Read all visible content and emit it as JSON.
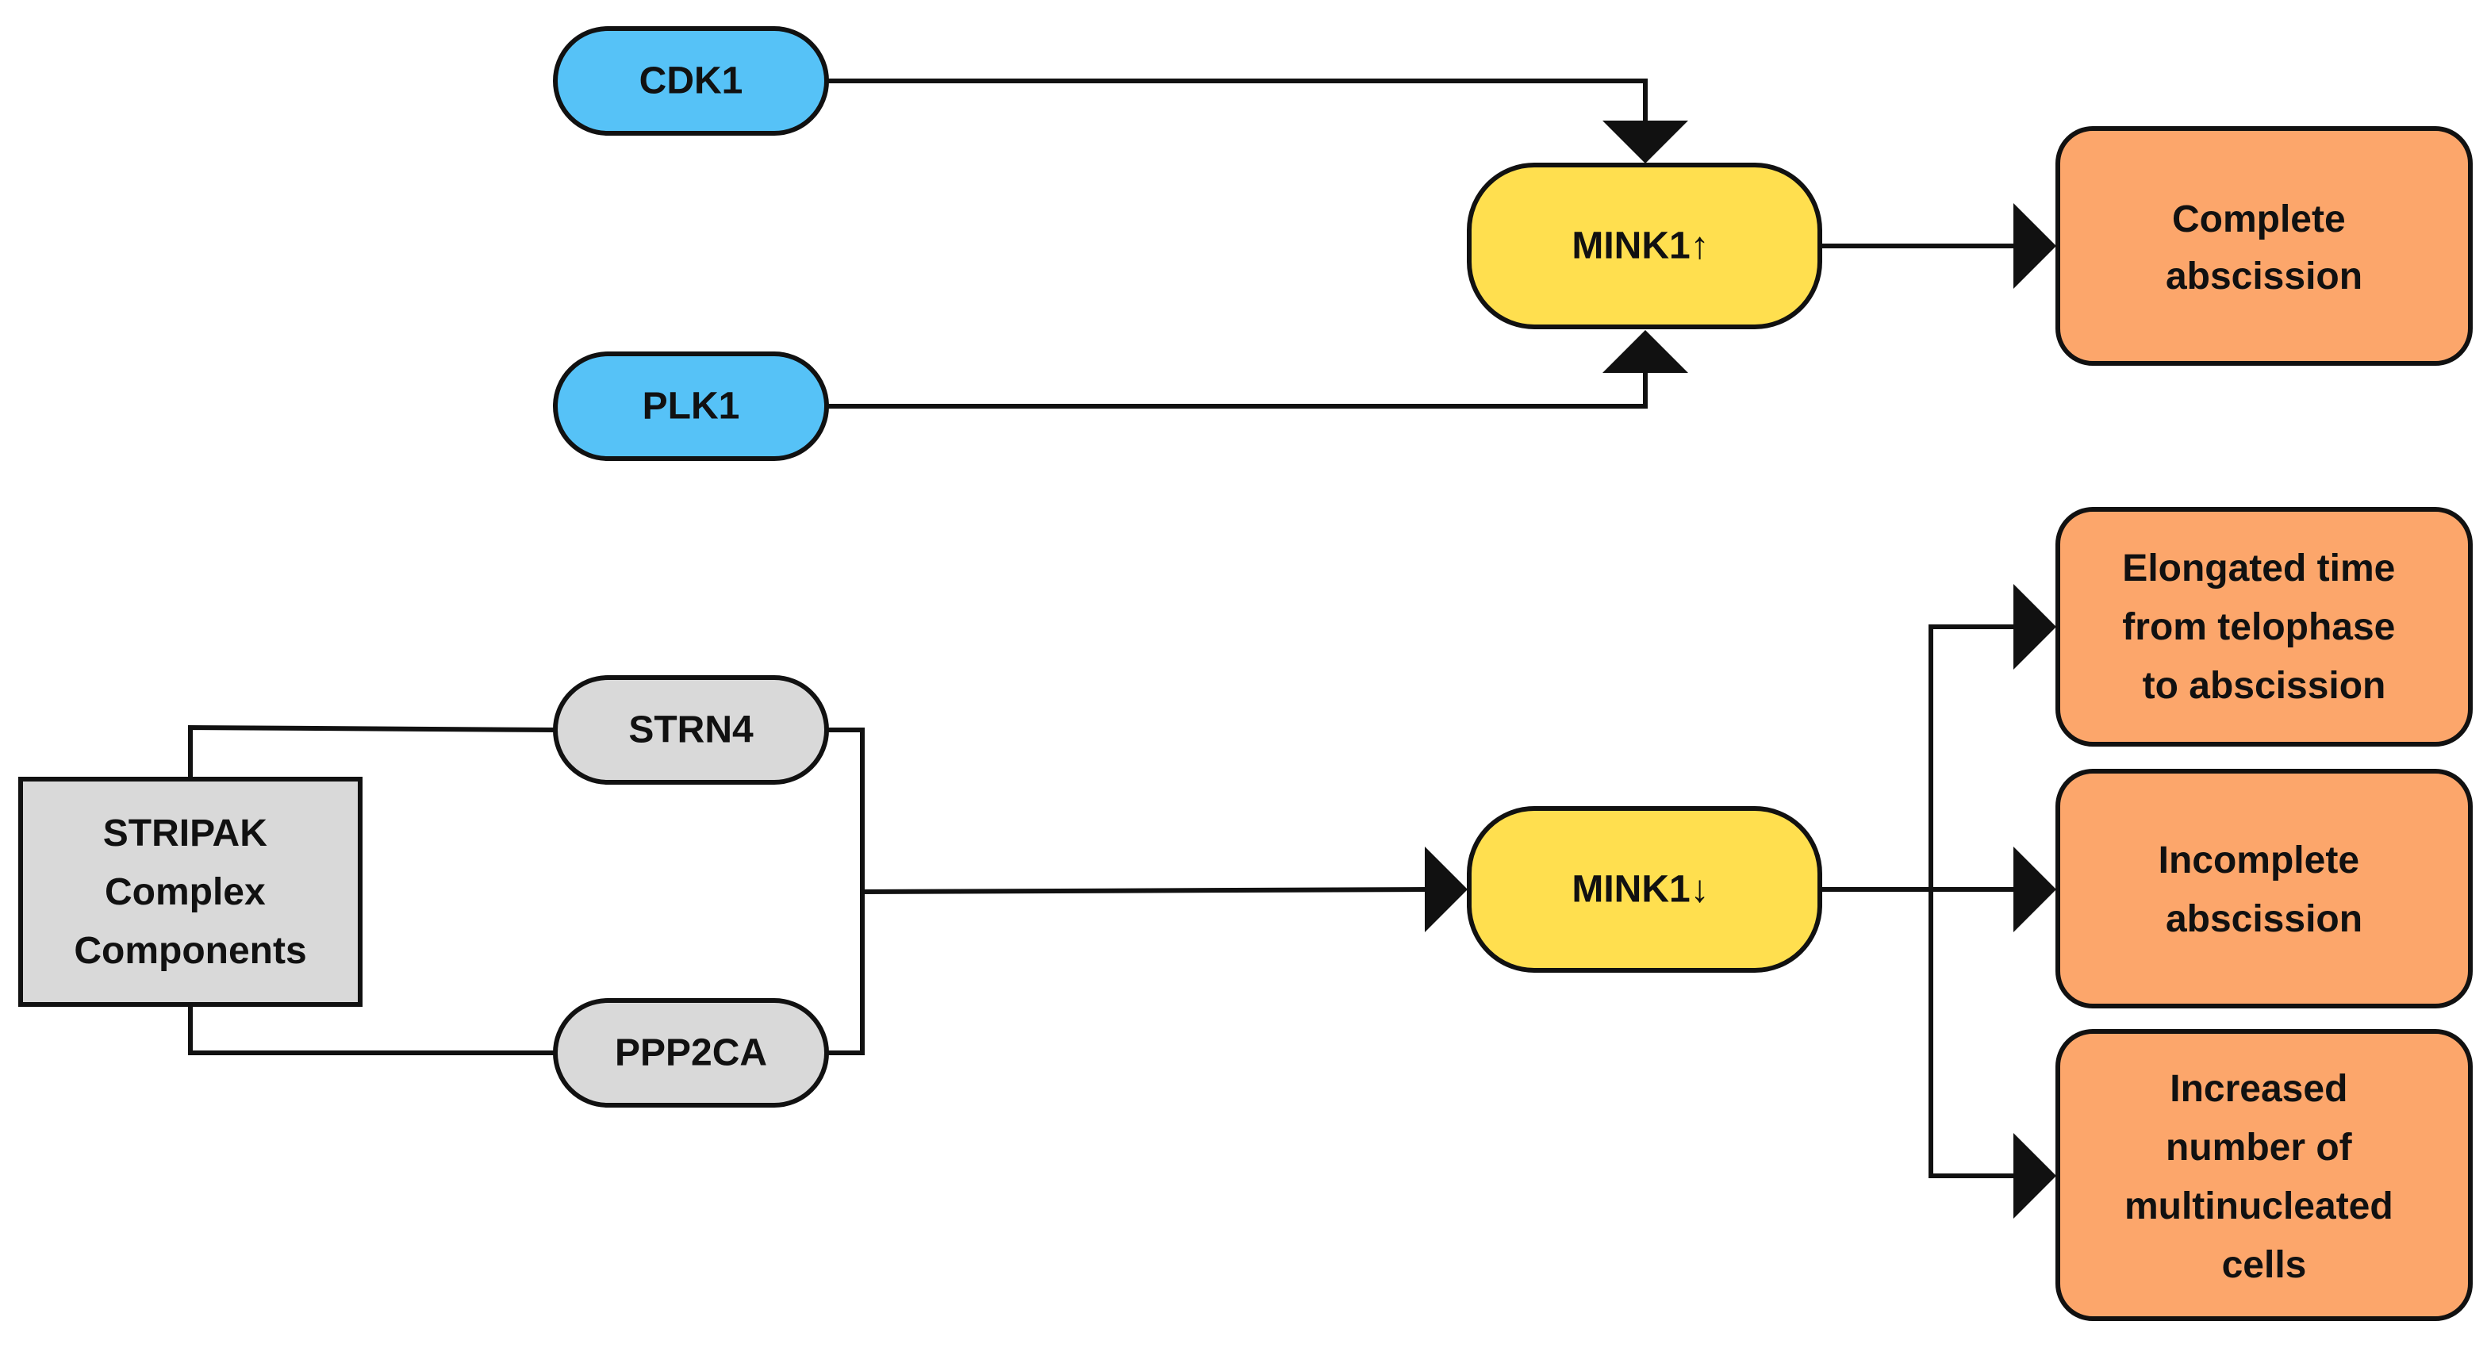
{
  "colors": {
    "upstream_kinase": "#56C2F7",
    "stripak_component": "#D9D9D9",
    "stripak_complex": "#D9D9D9",
    "mink1": "#FFDF4F",
    "outcome": "#FCA66B",
    "line": "#111111"
  },
  "nodes": {
    "cdk1": "CDK1",
    "plk1": "PLK1",
    "mink1_up": "MINK1↑",
    "complete_abscission": [
      "Complete",
      "abscission"
    ],
    "strn4": "STRN4",
    "ppp2ca": "PPP2CA",
    "stripak": [
      "STRIPAK",
      "Complex",
      "Components"
    ],
    "mink1_down": "MINK1↓",
    "elongated_time": [
      "Elongated time",
      "from telophase",
      "to abscission"
    ],
    "incomplete_abscission": [
      "Incomplete",
      "abscission"
    ],
    "multinucleated": [
      "Increased",
      "number of",
      "multinucleated",
      "cells"
    ]
  }
}
